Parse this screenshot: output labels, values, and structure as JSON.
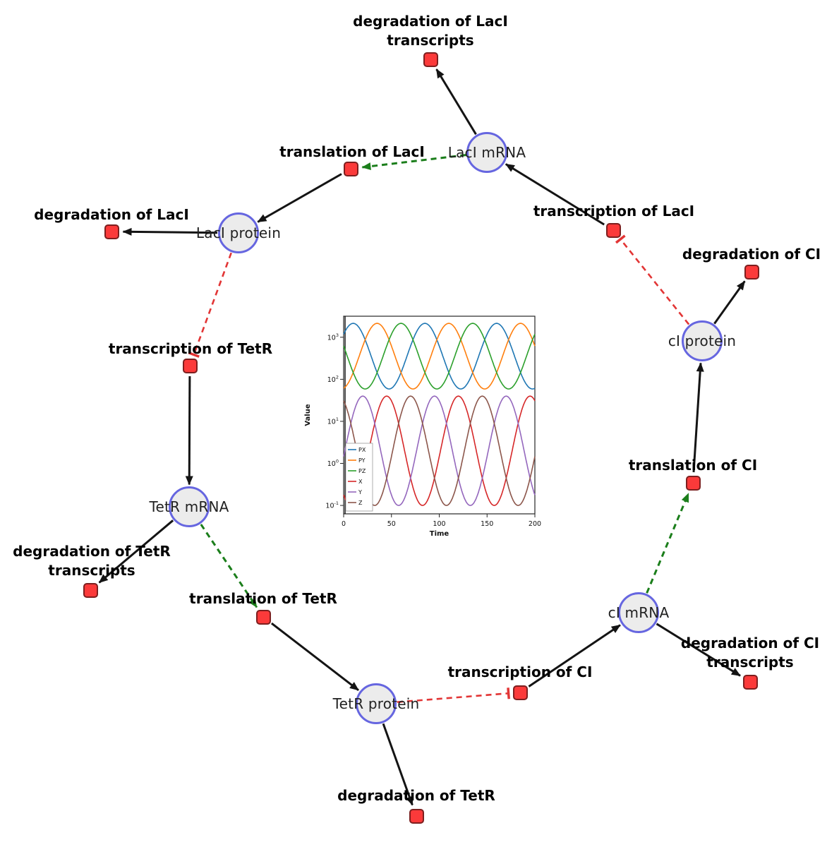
{
  "diagram": {
    "species": [
      {
        "id": "laci-mrna",
        "label": "LacI mRNA"
      },
      {
        "id": "laci-protein",
        "label": "LacI protein"
      },
      {
        "id": "tetr-mrna",
        "label": "TetR mRNA"
      },
      {
        "id": "tetr-protein",
        "label": "TetR protein"
      },
      {
        "id": "ci-mrna",
        "label": "cI mRNA"
      },
      {
        "id": "ci-protein",
        "label": "cI protein"
      }
    ],
    "reactions": [
      {
        "id": "r-deg-laci-tx",
        "label": "degradation of LacI\ntranscripts"
      },
      {
        "id": "r-translation-laci",
        "label": "translation of LacI"
      },
      {
        "id": "r-deg-laci",
        "label": "degradation of LacI"
      },
      {
        "id": "r-transcription-laci",
        "label": "transcription of LacI"
      },
      {
        "id": "r-deg-ci",
        "label": "degradation of CI"
      },
      {
        "id": "r-transcription-tetr",
        "label": "transcription of TetR"
      },
      {
        "id": "r-translation-ci",
        "label": "translation of CI"
      },
      {
        "id": "r-deg-tetr-tx",
        "label": "degradation of TetR\ntranscripts"
      },
      {
        "id": "r-translation-tetr",
        "label": "translation of TetR"
      },
      {
        "id": "r-transcription-ci",
        "label": "transcription of CI"
      },
      {
        "id": "r-deg-ci-tx",
        "label": "degradation of CI\ntranscripts"
      },
      {
        "id": "r-deg-tetr",
        "label": "degradation of TetR"
      }
    ],
    "edges": [
      {
        "from": "laci-mrna",
        "to": "r-deg-laci-tx",
        "type": "consumption"
      },
      {
        "from": "r-translation-laci",
        "to": "laci-protein",
        "type": "production"
      },
      {
        "from": "laci-mrna",
        "to": "r-translation-laci",
        "type": "modifier"
      },
      {
        "from": "laci-protein",
        "to": "r-deg-laci",
        "type": "consumption"
      },
      {
        "from": "r-transcription-laci",
        "to": "laci-mrna",
        "type": "production"
      },
      {
        "from": "ci-protein",
        "to": "r-transcription-laci",
        "type": "inhibition"
      },
      {
        "from": "ci-protein",
        "to": "r-deg-ci",
        "type": "consumption"
      },
      {
        "from": "laci-protein",
        "to": "r-transcription-tetr",
        "type": "inhibition"
      },
      {
        "from": "r-transcription-tetr",
        "to": "tetr-mrna",
        "type": "production"
      },
      {
        "from": "tetr-mrna",
        "to": "r-deg-tetr-tx",
        "type": "consumption"
      },
      {
        "from": "tetr-mrna",
        "to": "r-translation-tetr",
        "type": "modifier"
      },
      {
        "from": "r-translation-tetr",
        "to": "tetr-protein",
        "type": "production"
      },
      {
        "from": "tetr-protein",
        "to": "r-transcription-ci",
        "type": "inhibition"
      },
      {
        "from": "r-transcription-ci",
        "to": "ci-mrna",
        "type": "production"
      },
      {
        "from": "ci-mrna",
        "to": "r-deg-ci-tx",
        "type": "consumption"
      },
      {
        "from": "ci-mrna",
        "to": "r-translation-ci",
        "type": "modifier"
      },
      {
        "from": "r-translation-ci",
        "to": "ci-protein",
        "type": "production"
      },
      {
        "from": "tetr-protein",
        "to": "r-deg-tetr",
        "type": "consumption"
      }
    ],
    "colors": {
      "species_fill": "#ececec",
      "species_border": "#6666e0",
      "reaction_fill": "#fb3a3a",
      "reaction_border": "#7d1f1f",
      "edge": "#141414",
      "modifier_edge": "#1b7e1b",
      "inhibition_edge": "#e23535"
    }
  },
  "chart_data": {
    "type": "line",
    "xlabel": "Time",
    "ylabel": "Value",
    "x_range": [
      0,
      200
    ],
    "x_ticks": [
      0,
      50,
      100,
      150,
      200
    ],
    "y_scale": "log",
    "y_tick_exponents": [
      -1,
      0,
      1,
      2,
      3
    ],
    "y_range_log10": [
      -1.2,
      3.5
    ],
    "legend_position": "lower left",
    "annotations": [
      {
        "type": "vline",
        "x": 1.5,
        "color": "#111111"
      }
    ],
    "series": [
      {
        "name": "PX",
        "color": "#1f77b4",
        "log10_mean": 2.55,
        "log10_amplitude": 0.78,
        "period": 75,
        "peak_time": 85
      },
      {
        "name": "PY",
        "color": "#ff7f0e",
        "log10_mean": 2.55,
        "log10_amplitude": 0.78,
        "period": 75,
        "peak_time": 35
      },
      {
        "name": "PZ",
        "color": "#2ca02c",
        "log10_mean": 2.55,
        "log10_amplitude": 0.78,
        "period": 75,
        "peak_time": 60
      },
      {
        "name": "X",
        "color": "#d62728",
        "log10_mean": 0.3,
        "log10_amplitude": 1.3,
        "period": 75,
        "peak_time": 45
      },
      {
        "name": "Y",
        "color": "#9467bd",
        "log10_mean": 0.3,
        "log10_amplitude": 1.3,
        "period": 75,
        "peak_time": 95
      },
      {
        "name": "Z",
        "color": "#8c564b",
        "log10_mean": 0.3,
        "log10_amplitude": 1.3,
        "period": 75,
        "peak_time": 70
      }
    ]
  }
}
